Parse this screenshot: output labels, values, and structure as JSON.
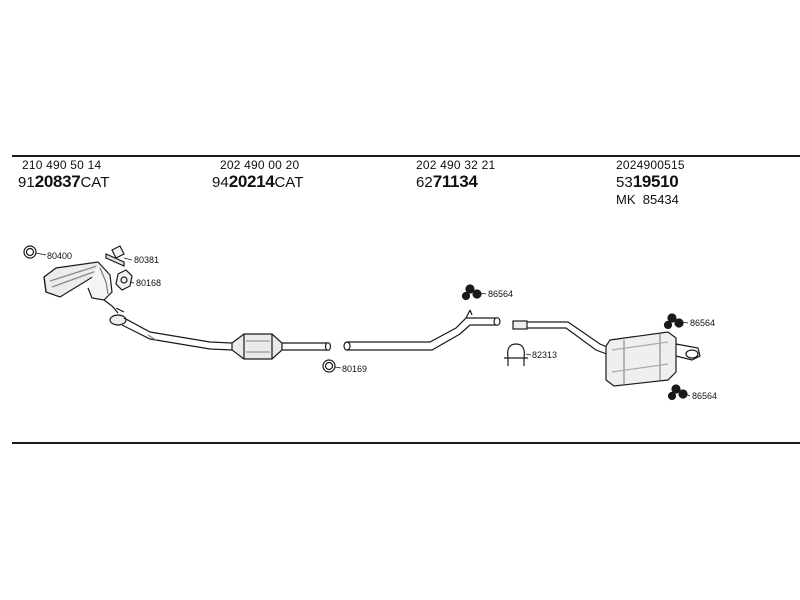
{
  "columns": [
    {
      "oe_number": "210 490 50 14",
      "art_prefix": "91",
      "art_main": "20837",
      "art_suffix": "CAT"
    },
    {
      "oe_number": "202 490 00 20",
      "art_prefix": "94",
      "art_main": "20214",
      "art_suffix": "CAT"
    },
    {
      "oe_number": "202 490 32 21",
      "art_prefix": "62",
      "art_main": "71134",
      "art_suffix": ""
    },
    {
      "oe_number": "2024900515",
      "art_prefix": "53",
      "art_main": "19510",
      "art_suffix": "",
      "mk_label": "MK",
      "mk_number": "85434"
    }
  ],
  "part_labels": {
    "clamp_front": "80400",
    "gasket_top": "80381",
    "gasket_bottom": "80168",
    "clamp_mid": "80169",
    "hanger_mid": "86564",
    "clamp_rear": "82313",
    "hanger_rear_top": "86564",
    "hanger_rear_bottom": "86564"
  },
  "colors": {
    "line": "#1a1a1a",
    "part_fill": "#f2f2f2",
    "part_shade": "#9a9a9a"
  }
}
